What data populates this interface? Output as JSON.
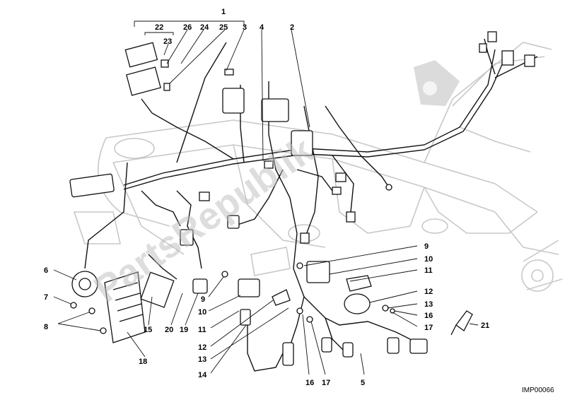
{
  "diagram": {
    "ref_code": "IMP00066",
    "watermark": "PartsRepublik",
    "callouts": {
      "n1": "1",
      "n2": "2",
      "n3": "3",
      "n4": "4",
      "n5": "5",
      "n6": "6",
      "n7": "7",
      "n8": "8",
      "n9a": "9",
      "n9b": "9",
      "n10a": "10",
      "n10b": "10",
      "n11a": "11",
      "n11b": "11",
      "n12a": "12",
      "n12b": "12",
      "n13a": "13",
      "n13b": "13",
      "n14": "14",
      "n15": "15",
      "n16a": "16",
      "n16b": "16",
      "n17a": "17",
      "n17b": "17",
      "n18": "18",
      "n19": "19",
      "n20": "20",
      "n21": "21",
      "n22": "22",
      "n23": "23",
      "n24": "24",
      "n25": "25",
      "n26": "26"
    }
  }
}
